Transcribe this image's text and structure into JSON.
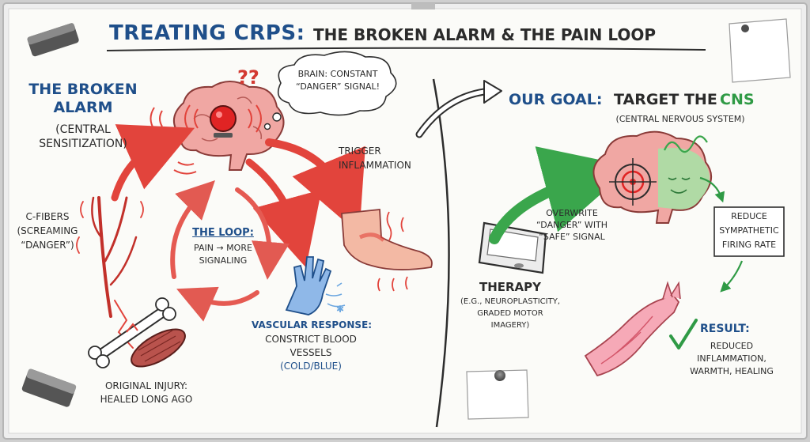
{
  "title": {
    "main": "TREATING CRPS:",
    "sub": "THE BROKEN ALARM & THE PAIN LOOP"
  },
  "left": {
    "heading_line1": "THE BROKEN",
    "heading_line2": "ALARM",
    "subheading_line1": "(CENTRAL",
    "subheading_line2": "SENSITIZATION)",
    "cfibers_line1": "C-FIBERS",
    "cfibers_line2": "(SCREAMING",
    "cfibers_line3": "“DANGER”)",
    "question": "??",
    "brain_bubble_line1": "BRAIN: CONSTANT",
    "brain_bubble_line2": "“DANGER” SIGNAL!",
    "loop_title": "THE LOOP:",
    "loop_line1": "PAIN → MORE",
    "loop_line2": "SIGNALING",
    "trigger_line1": "TRIGGER",
    "trigger_line2": "INFLAMMATION",
    "vascular_title": "VASCULAR RESPONSE:",
    "vascular_line1": "CONSTRICT BLOOD",
    "vascular_line2": "VESSELS",
    "vascular_line3": "(COLD/BLUE)",
    "injury_line1": "ORIGINAL INJURY:",
    "injury_line2": "HEALED LONG AGO"
  },
  "right": {
    "goal_prefix": "OUR GOAL:",
    "goal_text": "TARGET THE",
    "goal_cns": "CNS",
    "goal_sub": "(CENTRAL NERVOUS SYSTEM)",
    "overwrite_line1": "OVERWRITE",
    "overwrite_line2": "“DANGER” WITH",
    "overwrite_line3": "“SAFE” SIGNAL",
    "therapy_title": "THERAPY",
    "therapy_line1": "(e.g., NEUROPLASTICITY,",
    "therapy_line2": "GRADED MOTOR",
    "therapy_line3": "IMAGERY)",
    "reduce_line1": "REDUCE",
    "reduce_line2": "SYMPATHETIC",
    "reduce_line3": "FIRING RATE",
    "result_title": "RESULT:",
    "result_line1": "REDUCED",
    "result_line2": "INFLAMMATION,",
    "result_line3": "WARMTH, HEALING"
  },
  "colors": {
    "navy": "#1f4f8a",
    "ink": "#2b2b2b",
    "red": "#d33a32",
    "green": "#2f9a45",
    "board": "#fbfbf8"
  }
}
